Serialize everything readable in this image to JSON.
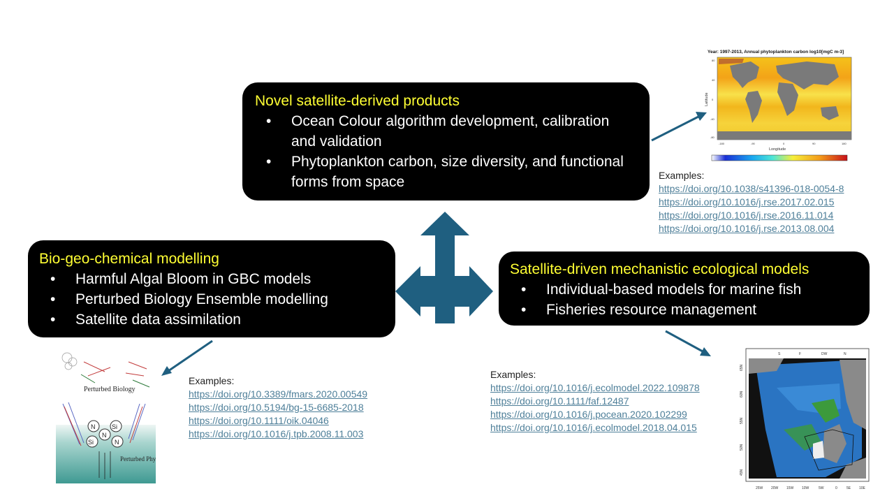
{
  "boxes": {
    "top": {
      "title": "Novel satellite-derived products",
      "items": [
        "Ocean Colour algorithm development, calibration and validation",
        "Phytoplankton carbon, size diversity, and functional forms from space"
      ]
    },
    "left": {
      "title": "Bio-geo-chemical modelling",
      "items": [
        "Harmful Algal Bloom in GBC models",
        "Perturbed Biology Ensemble modelling",
        "Satellite data assimilation"
      ]
    },
    "right": {
      "title": "Satellite-driven mechanistic ecological models",
      "items": [
        "Individual-based models for marine fish",
        "Fisheries resource management"
      ]
    }
  },
  "examples": {
    "top": {
      "label": "Examples:",
      "links": [
        "https://doi.org/10.1038/s41396-018-0054-8",
        "https://doi.org/10.1016/j.rse.2017.02.015",
        "https://doi.org/10.1016/j.rse.2016.11.014",
        "https://doi.org/10.1016/j.rse.2013.08.004"
      ]
    },
    "left": {
      "label": "Examples:",
      "links": [
        "https://doi.org/10.3389/fmars.2020.00549",
        "https://doi.org/10.5194/bg-15-6685-2018",
        "https://doi.org/10.1111/oik.04046",
        "https://doi.org/10.1016/j.tpb.2008.11.003"
      ]
    },
    "right": {
      "label": "Examples:",
      "links": [
        "https://doi.org/10.1016/j.ecolmodel.2022.109878",
        "https://doi.org/10.1111/faf.12487",
        "https://doi.org/10.1016/j.pocean.2020.102299",
        "https://doi.org/10.1016/j.ecolmodel.2018.04.015"
      ]
    }
  },
  "map_top": {
    "title": "Year: 1997-2013, Annual phytoplankton carbon log10[mgC m-3]",
    "xlabel": "Longitude",
    "ylabel": "Latitude"
  },
  "fig_left": {
    "label_biology": "Perturbed Biology",
    "label_physics": "Perturbed Physics",
    "nodes": [
      "N",
      "Si",
      "N",
      "Si",
      "N"
    ]
  },
  "map_right": {
    "legend": [
      "S",
      "F",
      "DW",
      "N"
    ],
    "x_ticks": [
      "25W",
      "20W",
      "15W",
      "10W",
      "5W",
      "0",
      "5E",
      "10E"
    ],
    "y_ticks": [
      "65N",
      "60N",
      "55N",
      "50N",
      "45N"
    ]
  },
  "colors": {
    "box_bg": "#000000",
    "title": "#ffff33",
    "link": "#4e7f99",
    "arrow": "#1f5f80"
  }
}
